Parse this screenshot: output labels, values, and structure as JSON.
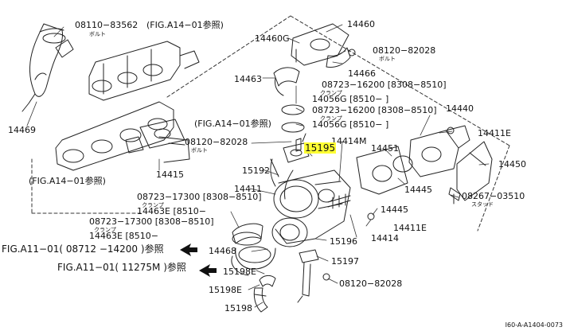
{
  "highlight_color": "#ffff33",
  "image_id": "I60-A-A1404-0073",
  "figure_refs": [
    "(FIG.A14−01参照)",
    "(FIG.A14−01参照)",
    "(FIG.A14−01参照)",
    "FIG.A11−01( 08712 −14200 )参照",
    "FIG.A11−01( 11275M )参照"
  ],
  "parts": [
    {
      "no": "08110−83562",
      "sub": "ボルト"
    },
    {
      "no": "14460"
    },
    {
      "no": "14460G"
    },
    {
      "no": "08120−82028",
      "sub": "ボルト"
    },
    {
      "no": "14466"
    },
    {
      "no": "14463"
    },
    {
      "no": "08723−16200 [8308−8510]"
    },
    {
      "no": "14056G [8510−        ]",
      "sub": "クランプ"
    },
    {
      "no": "08723−16200 [8308−8510]"
    },
    {
      "no": "14056G [8510−        ]",
      "sub": "クランプ"
    },
    {
      "no": "14469"
    },
    {
      "no": "14415"
    },
    {
      "no": "14440"
    },
    {
      "no": "14411E"
    },
    {
      "no": "08120−82028",
      "sub": "ボルト"
    },
    {
      "no": "14414M"
    },
    {
      "no": "15195",
      "highlighted": true
    },
    {
      "no": "14451"
    },
    {
      "no": "14450"
    },
    {
      "no": "15192"
    },
    {
      "no": "14445"
    },
    {
      "no": "14411"
    },
    {
      "no": "08267−03510",
      "sub": "スタッド"
    },
    {
      "no": "08723−17300 [8308−8510]",
      "sub": "クランプ"
    },
    {
      "no": "14463E [8510−"
    },
    {
      "no": "14445"
    },
    {
      "no": "08723−17300 [8308−8510]",
      "sub": "クランプ"
    },
    {
      "no": "14463E [8510−"
    },
    {
      "no": "14411E"
    },
    {
      "no": "14414"
    },
    {
      "no": "15196"
    },
    {
      "no": "14468"
    },
    {
      "no": "15197"
    },
    {
      "no": "15198E"
    },
    {
      "no": "08120−82028"
    },
    {
      "no": "15198E"
    },
    {
      "no": "15198"
    }
  ]
}
